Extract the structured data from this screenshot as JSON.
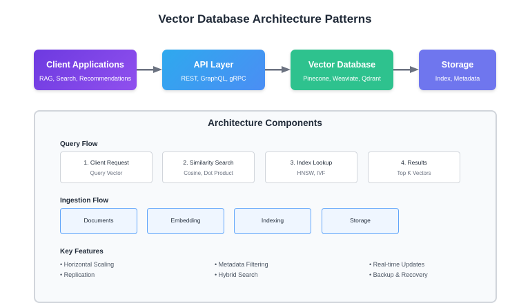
{
  "title": "Vector Database Architecture Patterns",
  "pipeline": [
    {
      "title": "Client Applications",
      "subtitle": "RAG, Search, Recommendations",
      "color": "#7c3aed"
    },
    {
      "title": "API Layer",
      "subtitle": "REST, GraphQL, gRPC",
      "color": "#3b9cf0"
    },
    {
      "title": "Vector Database",
      "subtitle": "Pinecone, Weaviate, Qdrant",
      "color": "#2ec28e"
    },
    {
      "title": "Storage",
      "subtitle": "Index, Metadata",
      "color": "#6f76ee"
    }
  ],
  "components": {
    "title": "Architecture Components",
    "query_flow": {
      "label": "Query Flow",
      "steps": [
        {
          "title": "1. Client Request",
          "subtitle": "Query Vector"
        },
        {
          "title": "2. Similarity Search",
          "subtitle": "Cosine, Dot Product"
        },
        {
          "title": "3. Index Lookup",
          "subtitle": "HNSW, IVF"
        },
        {
          "title": "4. Results",
          "subtitle": "Top K Vectors"
        }
      ]
    },
    "ingestion_flow": {
      "label": "Ingestion Flow",
      "steps": [
        "Documents",
        "Embedding",
        "Indexing",
        "Storage"
      ]
    },
    "key_features": {
      "label": "Key Features",
      "items": [
        "• Horizontal Scaling",
        "• Replication",
        "• Metadata Filtering",
        "• Hybrid Search",
        "• Real-time Updates",
        "• Backup & Recovery"
      ]
    }
  }
}
